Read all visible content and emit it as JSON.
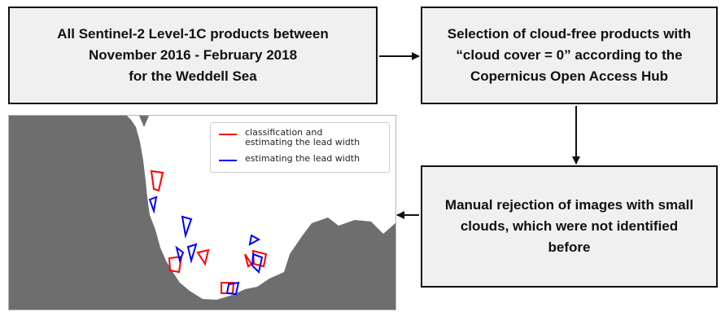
{
  "boxes": {
    "source": {
      "line1": "All Sentinel-2 Level-1C products between",
      "line2": "November 2016 - February 2018",
      "line3": "for the Weddell Sea"
    },
    "selection": {
      "line1": "Selection of cloud-free products with",
      "line2": "“cloud cover = 0” according to the",
      "line3": "Copernicus Open Access Hub"
    },
    "rejection": {
      "line1": "Manual rejection of images with small",
      "line2": "clouds, which were not identified",
      "line3": "before"
    }
  },
  "legend": {
    "item1": {
      "line1": "classification and",
      "line2": "estimating the lead width",
      "color": "#ff0000"
    },
    "item2": {
      "label": "estimating the lead width",
      "color": "#0000ff"
    }
  },
  "map": {
    "land_color": "#6e6e6e",
    "background": "#ffffff"
  }
}
